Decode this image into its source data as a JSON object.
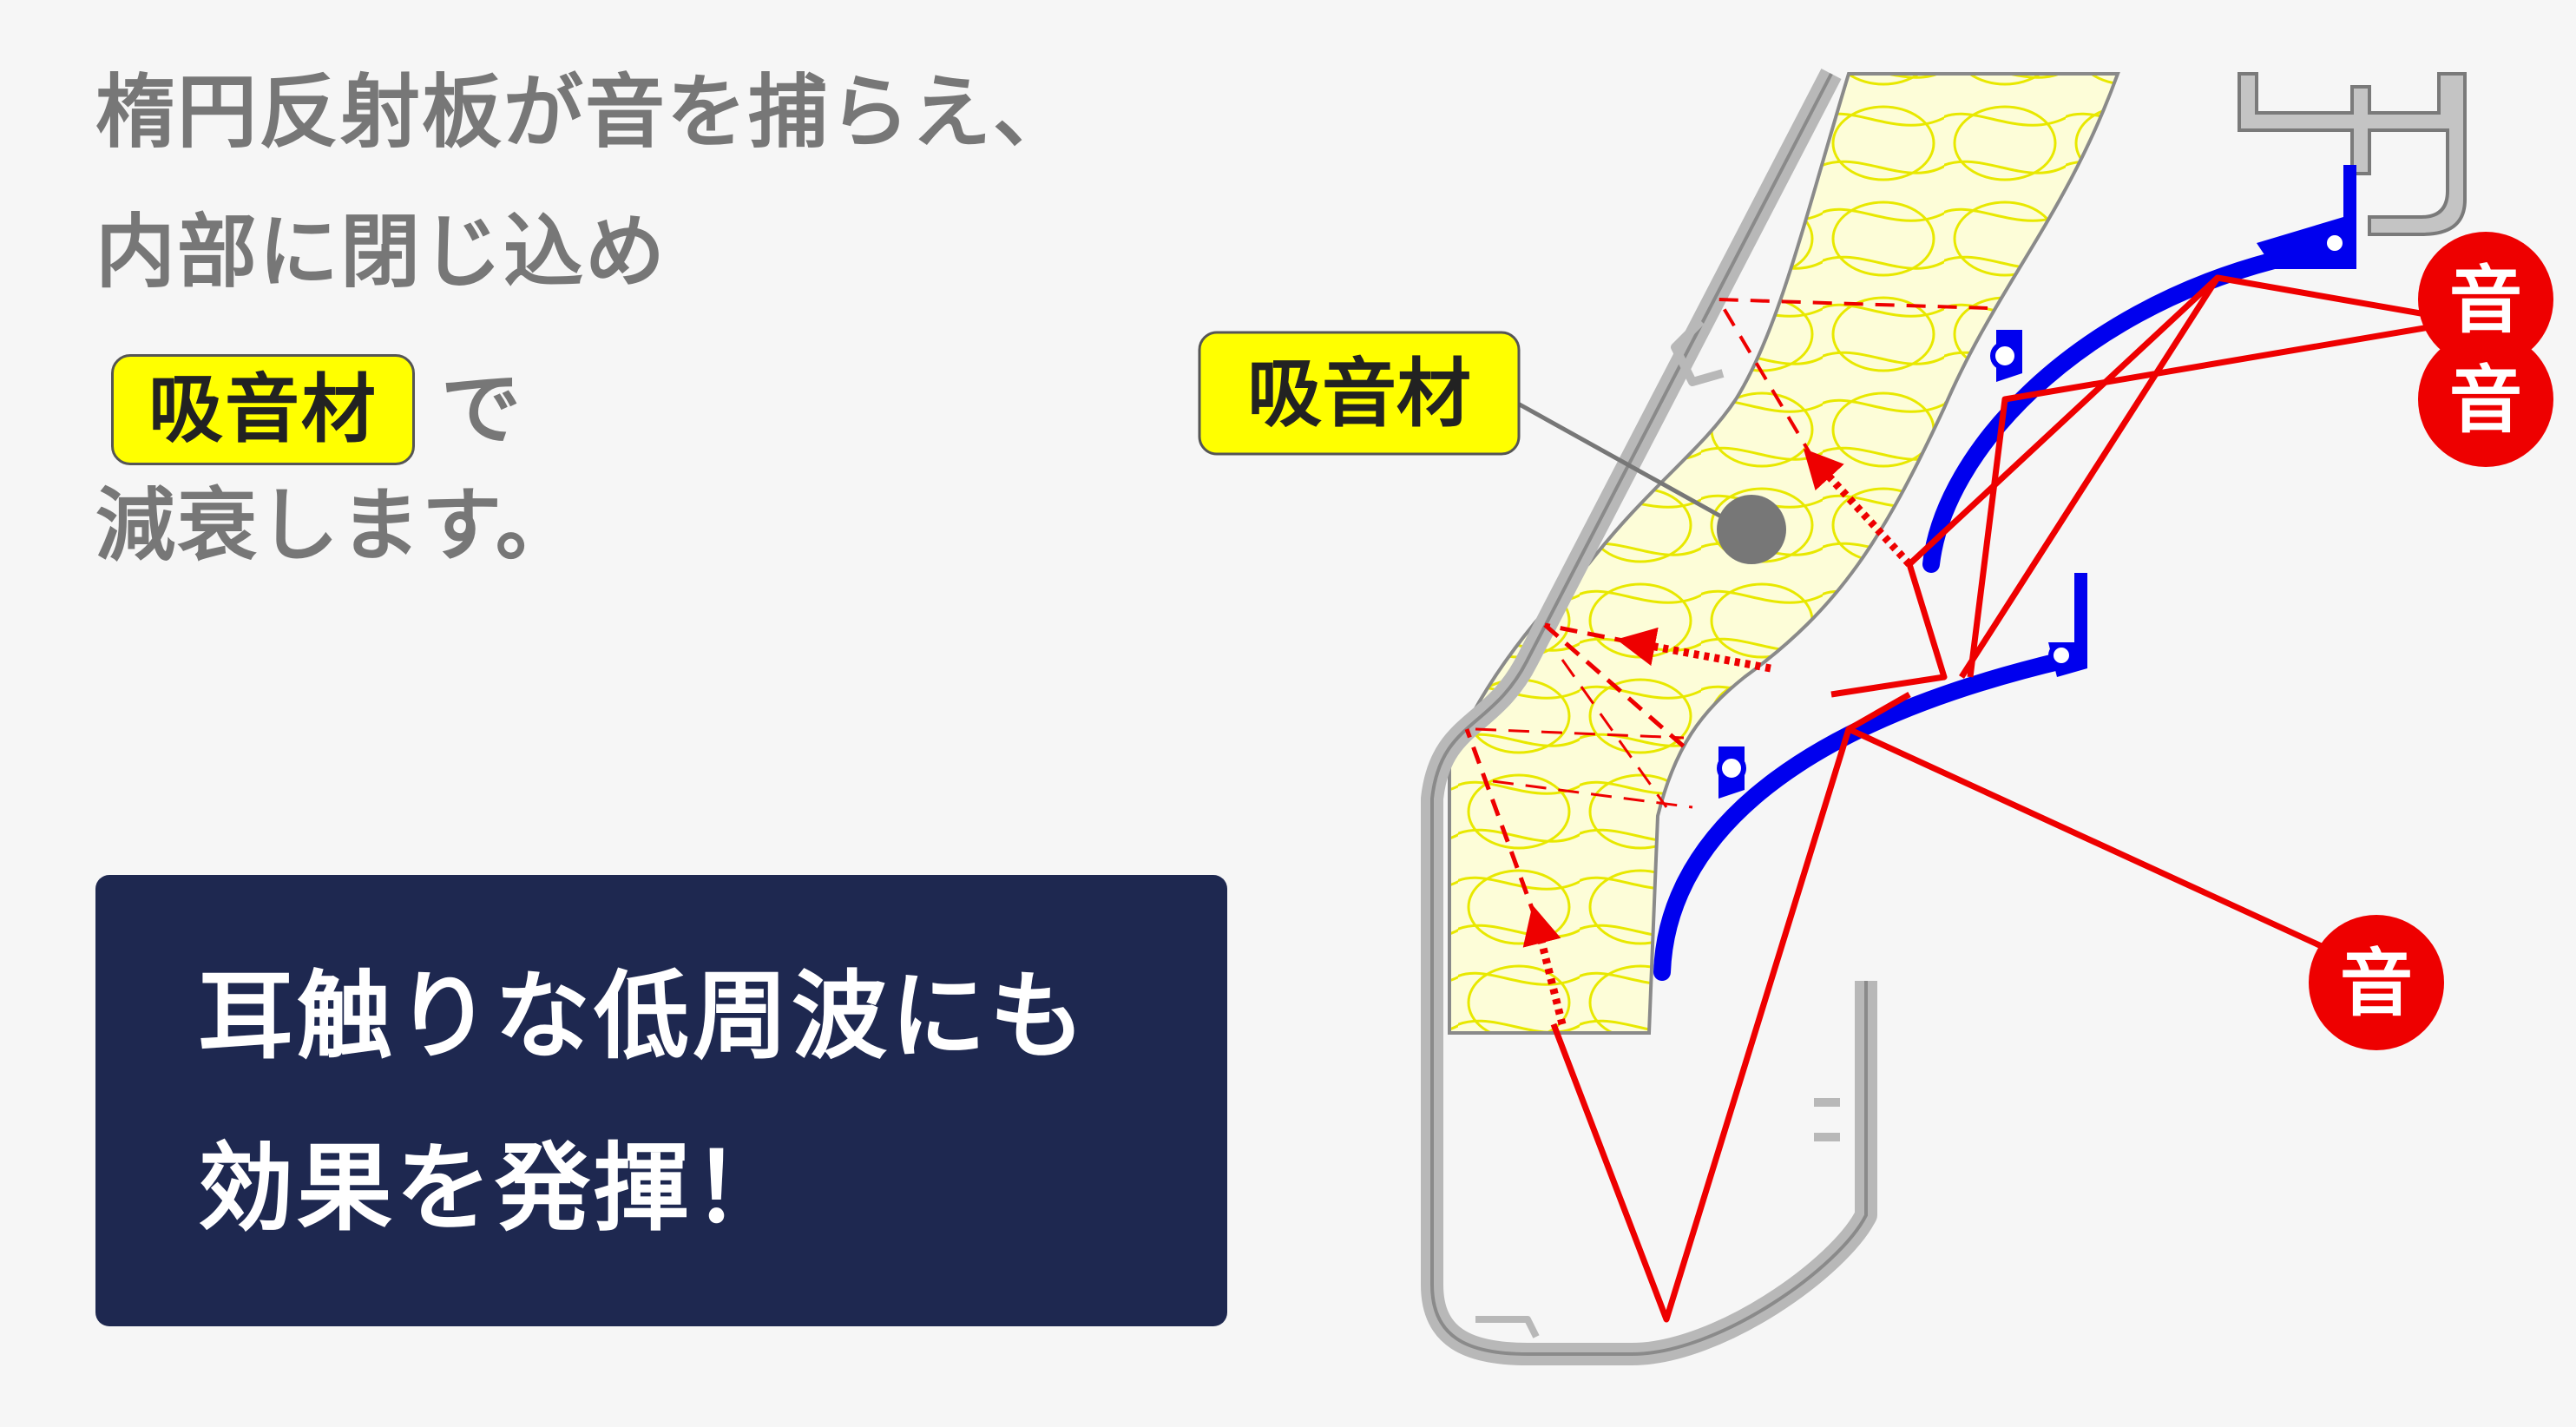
{
  "left_text": {
    "line1": "楕円反射板が音を捕らえ、",
    "line2": "内部に閉じ込め",
    "line3_badge": "吸音材",
    "line3_suffix": "で",
    "line4": "減衰します。"
  },
  "panel": {
    "line1": "耳触りな低周波にも",
    "line2": "効果を発揮！"
  },
  "diagram": {
    "absorber_label": "吸音材",
    "sound_labels": [
      "音",
      "音",
      "音"
    ],
    "colors": {
      "absorber_fill": "#ffff00",
      "reflector": "#0000ee",
      "sound_path": "#ee0000",
      "frame": "#9a9a9a",
      "panel_bg": "#1e2850",
      "badge": "#ffff00"
    }
  }
}
